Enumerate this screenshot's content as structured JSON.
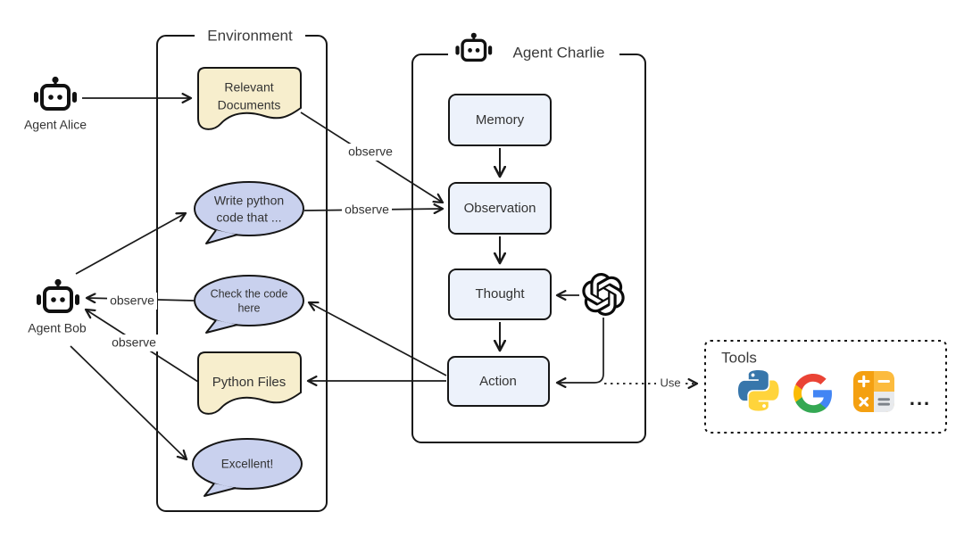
{
  "environment": {
    "title": "Environment",
    "relevant_documents": {
      "line1": "Relevant",
      "line2": "Documents"
    },
    "write_python_bubble": {
      "line1": "Write python",
      "line2": "code that ..."
    },
    "check_code_bubble": {
      "line1": "Check the code",
      "line2": "here"
    },
    "python_files": {
      "label": "Python Files"
    },
    "excellent_bubble": {
      "label": "Excellent!"
    }
  },
  "agents": {
    "alice": "Agent Alice",
    "bob": "Agent Bob"
  },
  "agent_charlie": {
    "title": "Agent Charlie",
    "flow": {
      "memory": "Memory",
      "observation": "Observation",
      "thought": "Thought",
      "action": "Action"
    }
  },
  "edge_labels": {
    "observe": "observe",
    "use": "Use"
  },
  "tools": {
    "title": "Tools",
    "items": [
      "python",
      "google-search",
      "calculator"
    ],
    "ellipsis": "..."
  },
  "colors": {
    "stroke": "#1a1a1a",
    "flow_box_fill": "#edf2fb",
    "document_fill": "#f7eecd",
    "bubble_fill": "#c9d1ee",
    "python_blue": "#3776AB",
    "python_yellow": "#FFD43B",
    "google_blue": "#4285F4",
    "google_green": "#34A853",
    "google_yellow": "#FBBC05",
    "google_red": "#EA4335",
    "calc_orange": "#F4A011",
    "calc_orange_light": "#FCBB3E",
    "calc_gray": "#E8EAED",
    "calc_equals_gray": "#7d838a"
  }
}
